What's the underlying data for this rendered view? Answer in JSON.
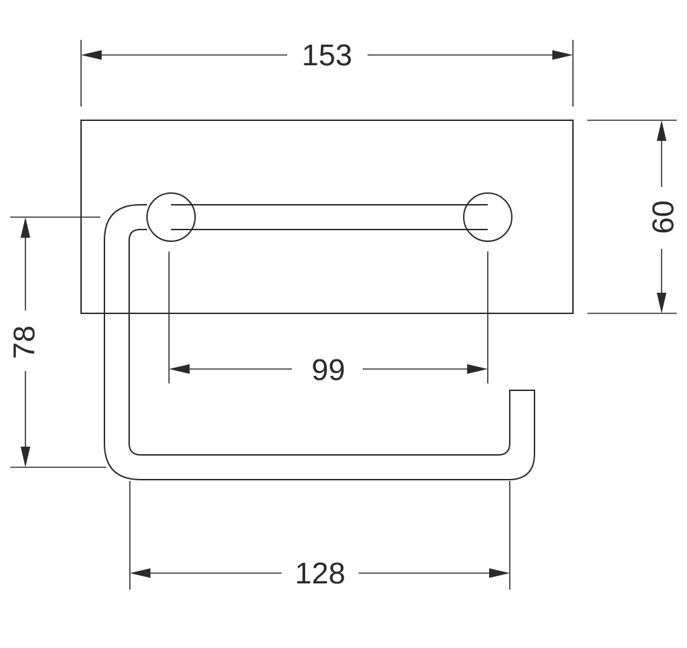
{
  "dimensions": {
    "overall_width": "153",
    "plate_height": "60",
    "projection_depth": "78",
    "post_spacing": "99",
    "bar_length": "128"
  }
}
